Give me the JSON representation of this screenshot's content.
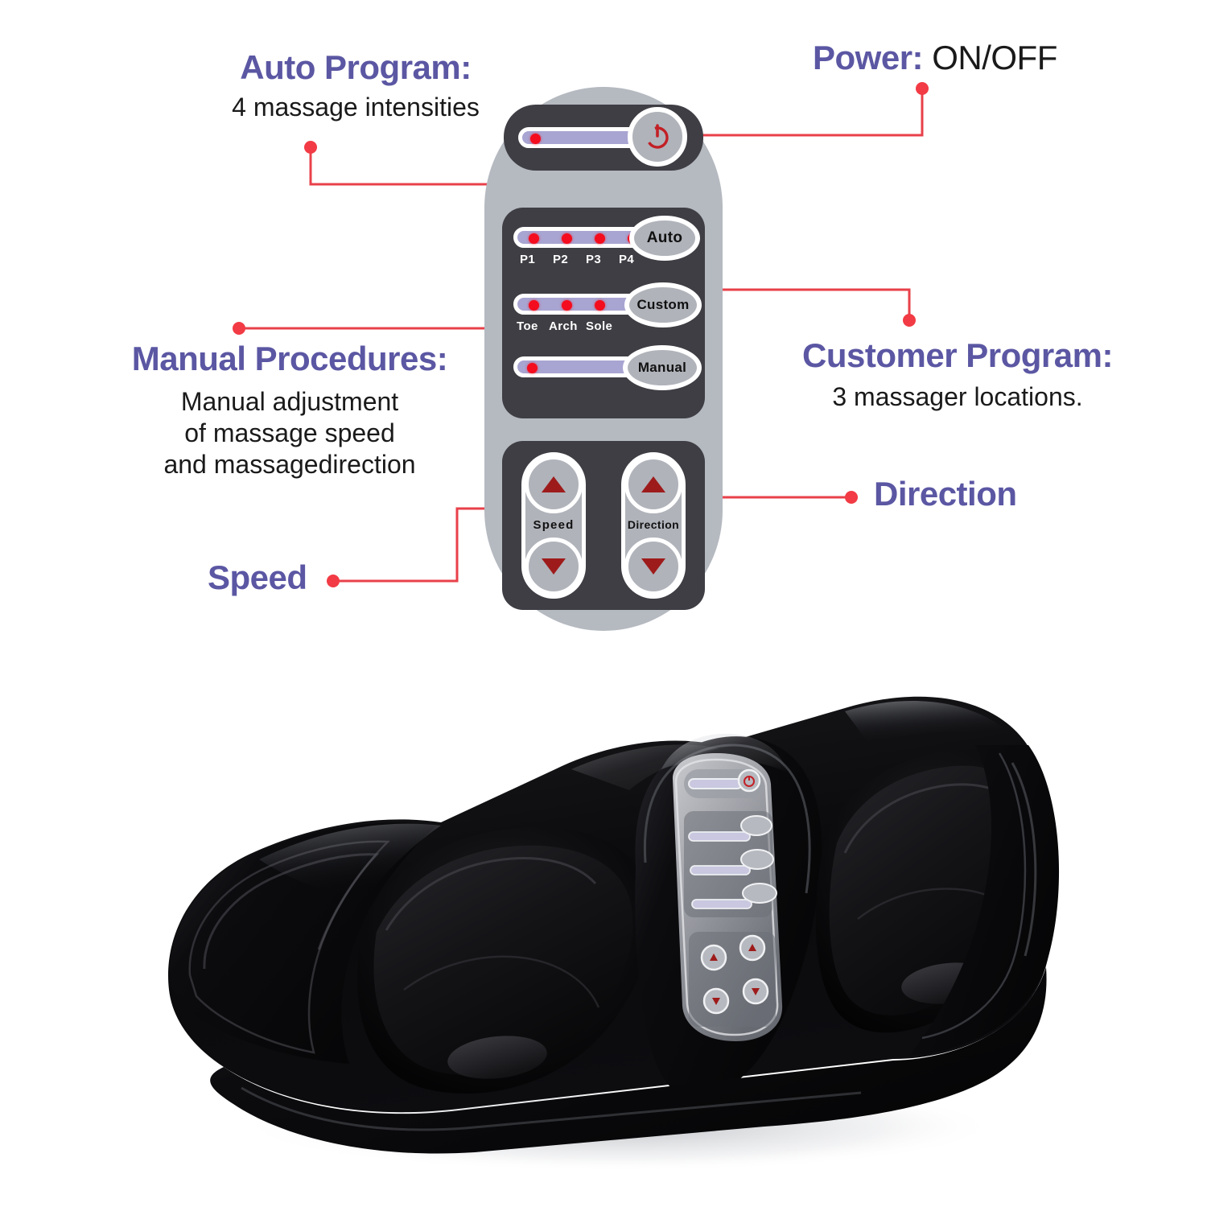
{
  "page": {
    "accent_purple": "#5b57a3",
    "accent_red": "#e8404a",
    "led_red": "#f40d1e",
    "remote_body": "#b5b9c0",
    "remote_panel": "#3e3e44",
    "strip_lavender": "#a8a5d2"
  },
  "callouts": {
    "auto_program": {
      "title": "Auto Program:",
      "body": "4 massage intensities"
    },
    "power": {
      "title": "Power:",
      "title_rest": "ON/OFF"
    },
    "manual_procedures": {
      "title": "Manual Procedures:",
      "line1": "Manual adjustment",
      "line2": "of massage speed",
      "line3": "and massagedirection"
    },
    "customer_program": {
      "title": "Customer Program:",
      "body": "3 massager locations."
    },
    "direction": {
      "title": "Direction"
    },
    "speed": {
      "title": "Speed"
    }
  },
  "remote": {
    "power": {
      "icon": "power-icon",
      "led_count": 1
    },
    "auto": {
      "button_label": "Auto",
      "led_count": 4,
      "ticks": [
        "P1",
        "P2",
        "P3",
        "P4"
      ]
    },
    "custom": {
      "button_label": "Custom",
      "led_count": 3,
      "ticks": [
        "Toe",
        "Arch",
        "Sole"
      ]
    },
    "manual": {
      "button_label": "Manual",
      "led_count": 1,
      "ticks": []
    },
    "speed": {
      "label": "Speed",
      "up_icon": "triangle-up-icon",
      "down_icon": "triangle-down-icon"
    },
    "direction": {
      "label": "Direction",
      "up_icon": "triangle-up-icon",
      "down_icon": "triangle-down-icon"
    }
  },
  "product": {
    "name": "foot-massager",
    "body_color": "#0a0a0c",
    "liner_color": "#121214"
  }
}
